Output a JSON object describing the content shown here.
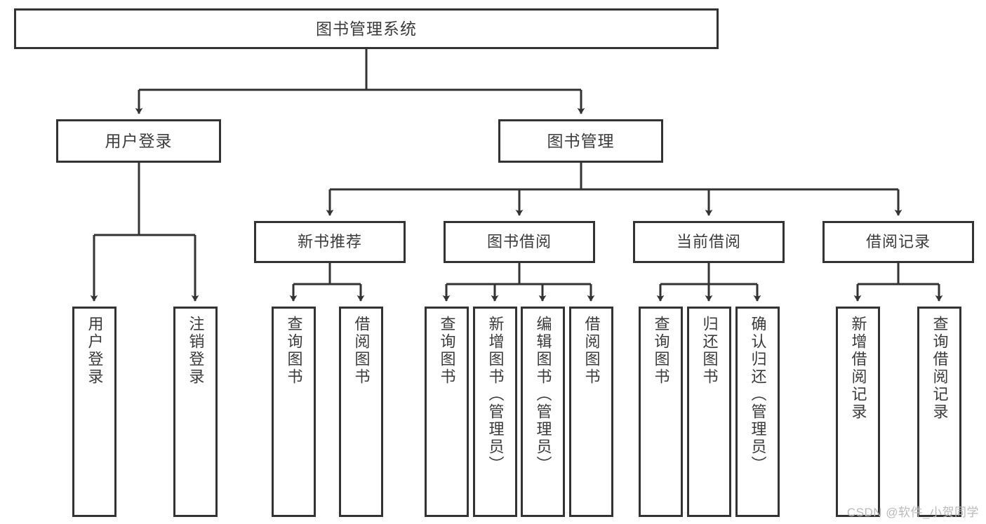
{
  "diagram": {
    "title": "图书管理系统",
    "type": "tree-hierarchy-chart",
    "colors": {
      "box_border": "#333333",
      "box_fill": "#ffffff",
      "edge": "#333333",
      "text": "#3b3b3b",
      "watermark": "#b9b9b9"
    },
    "nodes": {
      "root": {
        "label": "图书管理系统"
      },
      "level1": [
        {
          "id": "user-login",
          "label": "用户登录"
        },
        {
          "id": "book-management",
          "label": "图书管理"
        }
      ],
      "level2": [
        {
          "id": "new-book-recommend",
          "label": "新书推荐"
        },
        {
          "id": "book-borrow",
          "label": "图书借阅"
        },
        {
          "id": "current-borrow",
          "label": "当前借阅"
        },
        {
          "id": "borrow-record",
          "label": "借阅记录"
        }
      ],
      "leaves": {
        "user_login": [
          {
            "id": "leaf-user-login",
            "label": "用户登录"
          },
          {
            "id": "leaf-logout-login",
            "label": "注销登录"
          }
        ],
        "new_book_recommend": [
          {
            "id": "leaf-query-book-1",
            "label": "查询图书"
          },
          {
            "id": "leaf-borrow-book-1",
            "label": "借阅图书"
          }
        ],
        "book_borrow": [
          {
            "id": "leaf-query-book-2",
            "label": "查询图书"
          },
          {
            "id": "leaf-add-book",
            "label": "新增图书（管理员）"
          },
          {
            "id": "leaf-edit-book",
            "label": "编辑图书（管理员）"
          },
          {
            "id": "leaf-borrow-book-2",
            "label": "借阅图书"
          }
        ],
        "current_borrow": [
          {
            "id": "leaf-query-book-3",
            "label": "查询图书"
          },
          {
            "id": "leaf-return-book",
            "label": "归还图书"
          },
          {
            "id": "leaf-confirm-return",
            "label": "确认归还（管理员）"
          }
        ],
        "borrow_record": [
          {
            "id": "leaf-add-borrow-record",
            "label": "新增借阅记录"
          },
          {
            "id": "leaf-query-borrow-record",
            "label": "查询借阅记录"
          }
        ]
      }
    },
    "watermark": "CSDN @软件_小贺同学"
  }
}
